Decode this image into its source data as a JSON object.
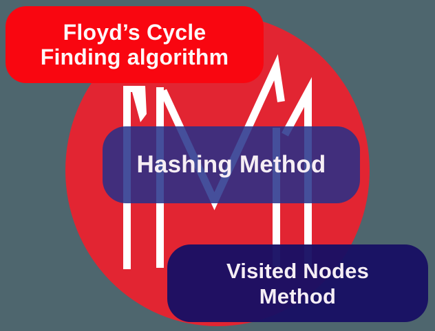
{
  "background_color": "#4e666e",
  "circle": {
    "color": "#e22532"
  },
  "logo": {
    "name": "m-monogram",
    "color": "#ffffff"
  },
  "labels": {
    "floyd": {
      "line1": "Floyd’s Cycle",
      "line2": "Finding algorithm",
      "bg": "#f90610",
      "text_color": "#fdf7f8"
    },
    "hashing": {
      "text": "Hashing Method",
      "bg": "rgba(36,48,138,0.85)",
      "text_color": "#f6eef4"
    },
    "visited": {
      "line1": "Visited Nodes",
      "line2": "Method",
      "bg": "rgba(24,16,100,0.96)",
      "text_color": "#f5eef5"
    }
  }
}
